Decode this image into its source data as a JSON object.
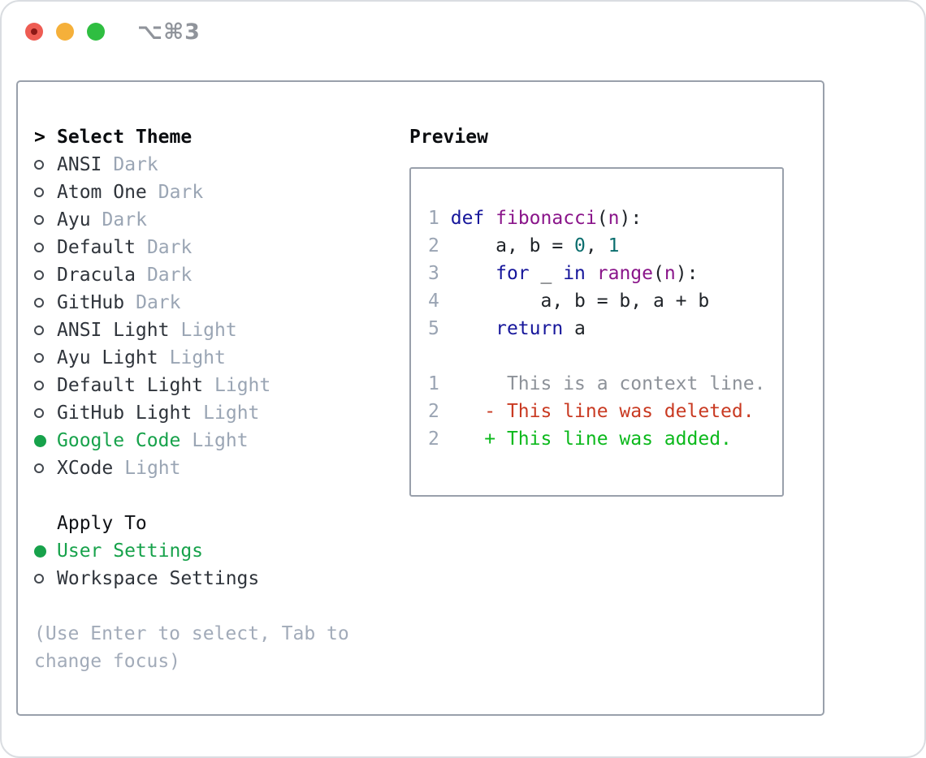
{
  "window": {
    "title": "⌥⌘3"
  },
  "theme_list": {
    "header_prefix": ">",
    "header": "Select Theme",
    "items": [
      {
        "label": "ANSI",
        "variant": "Dark",
        "selected": false
      },
      {
        "label": "Atom One",
        "variant": "Dark",
        "selected": false
      },
      {
        "label": "Ayu",
        "variant": "Dark",
        "selected": false
      },
      {
        "label": "Default",
        "variant": "Dark",
        "selected": false
      },
      {
        "label": "Dracula",
        "variant": "Dark",
        "selected": false
      },
      {
        "label": "GitHub",
        "variant": "Dark",
        "selected": false
      },
      {
        "label": "ANSI Light",
        "variant": "Light",
        "selected": false
      },
      {
        "label": "Ayu Light",
        "variant": "Light",
        "selected": false
      },
      {
        "label": "Default Light",
        "variant": "Light",
        "selected": false
      },
      {
        "label": "GitHub Light",
        "variant": "Light",
        "selected": false
      },
      {
        "label": "Google Code",
        "variant": "Light",
        "selected": true
      },
      {
        "label": "XCode",
        "variant": "Light",
        "selected": false
      }
    ]
  },
  "apply_to": {
    "header": "Apply To",
    "items": [
      {
        "label": "User Settings",
        "selected": true
      },
      {
        "label": "Workspace Settings",
        "selected": false
      }
    ]
  },
  "hint": "(Use Enter to select, Tab to change focus)",
  "preview": {
    "title": "Preview",
    "lines": [
      [
        [
          "1",
          "ln"
        ],
        [
          " ",
          "pl"
        ],
        [
          "def",
          "kw"
        ],
        [
          " ",
          "pl"
        ],
        [
          "fibonacci",
          "fn"
        ],
        [
          "(",
          "pl"
        ],
        [
          "n",
          "fn"
        ],
        [
          "):",
          "pl"
        ]
      ],
      [
        [
          "2",
          "ln"
        ],
        [
          " ",
          "pl"
        ],
        [
          "    a, b = ",
          "pl"
        ],
        [
          "0",
          "lit"
        ],
        [
          ", ",
          "pl"
        ],
        [
          "1",
          "lit"
        ]
      ],
      [
        [
          "3",
          "ln"
        ],
        [
          " ",
          "pl"
        ],
        [
          "    ",
          "pl"
        ],
        [
          "for",
          "kw"
        ],
        [
          " _ ",
          "pl"
        ],
        [
          "in",
          "kw"
        ],
        [
          " ",
          "pl"
        ],
        [
          "range",
          "fn"
        ],
        [
          "(",
          "pl"
        ],
        [
          "n",
          "fn"
        ],
        [
          "):",
          "pl"
        ]
      ],
      [
        [
          "4",
          "ln"
        ],
        [
          " ",
          "pl"
        ],
        [
          "        a, b = b, a + b",
          "pl"
        ]
      ],
      [
        [
          "5",
          "ln"
        ],
        [
          " ",
          "pl"
        ],
        [
          "    ",
          "pl"
        ],
        [
          "return",
          "kw"
        ],
        [
          " a",
          "pl"
        ]
      ],
      [],
      [
        [
          "1",
          "ln"
        ],
        [
          "      ",
          "pl"
        ],
        [
          "This is a context line.",
          "ctx"
        ]
      ],
      [
        [
          "2",
          "ln"
        ],
        [
          "    ",
          "pl"
        ],
        [
          "- This line was deleted.",
          "del"
        ]
      ],
      [
        [
          "2",
          "ln"
        ],
        [
          "    ",
          "pl"
        ],
        [
          "+ This line was added.",
          "add"
        ]
      ]
    ]
  },
  "colors": {
    "accent": "#17a24b",
    "selected_green": "#17a24b",
    "deleted_red": "#c93a22",
    "added_green": "#0cb91c",
    "keyword_blue": "#16169b",
    "function_purple": "#8a158a",
    "literal_teal": "#0b6e6e",
    "muted_gray": "#9aa5b4",
    "border_gray": "#99a0ab",
    "traffic_red": "#ee5c53",
    "traffic_yellow": "#f5b03a",
    "traffic_green": "#2fbe41"
  }
}
